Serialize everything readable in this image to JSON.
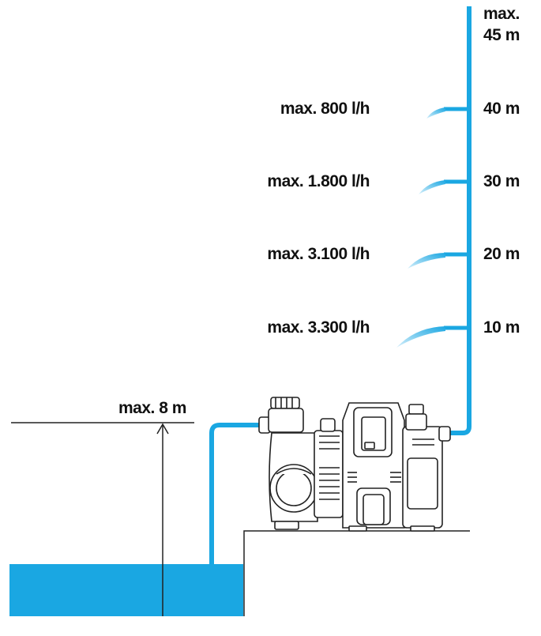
{
  "colors": {
    "water": "#1aa7e2",
    "spray": "#8fd3f2",
    "outline": "#222222",
    "text": "#111111"
  },
  "labels": {
    "max_height_line1": "max.",
    "max_height_line2": "45 m",
    "suction_height": "max. 8 m"
  },
  "levels": [
    {
      "flow": "max. 800 l/h",
      "height": "40 m"
    },
    {
      "flow": "max. 1.800 l/h",
      "height": "30 m"
    },
    {
      "flow": "max. 3.100 l/h",
      "height": "20 m"
    },
    {
      "flow": "max. 3.300 l/h",
      "height": "10 m"
    }
  ]
}
